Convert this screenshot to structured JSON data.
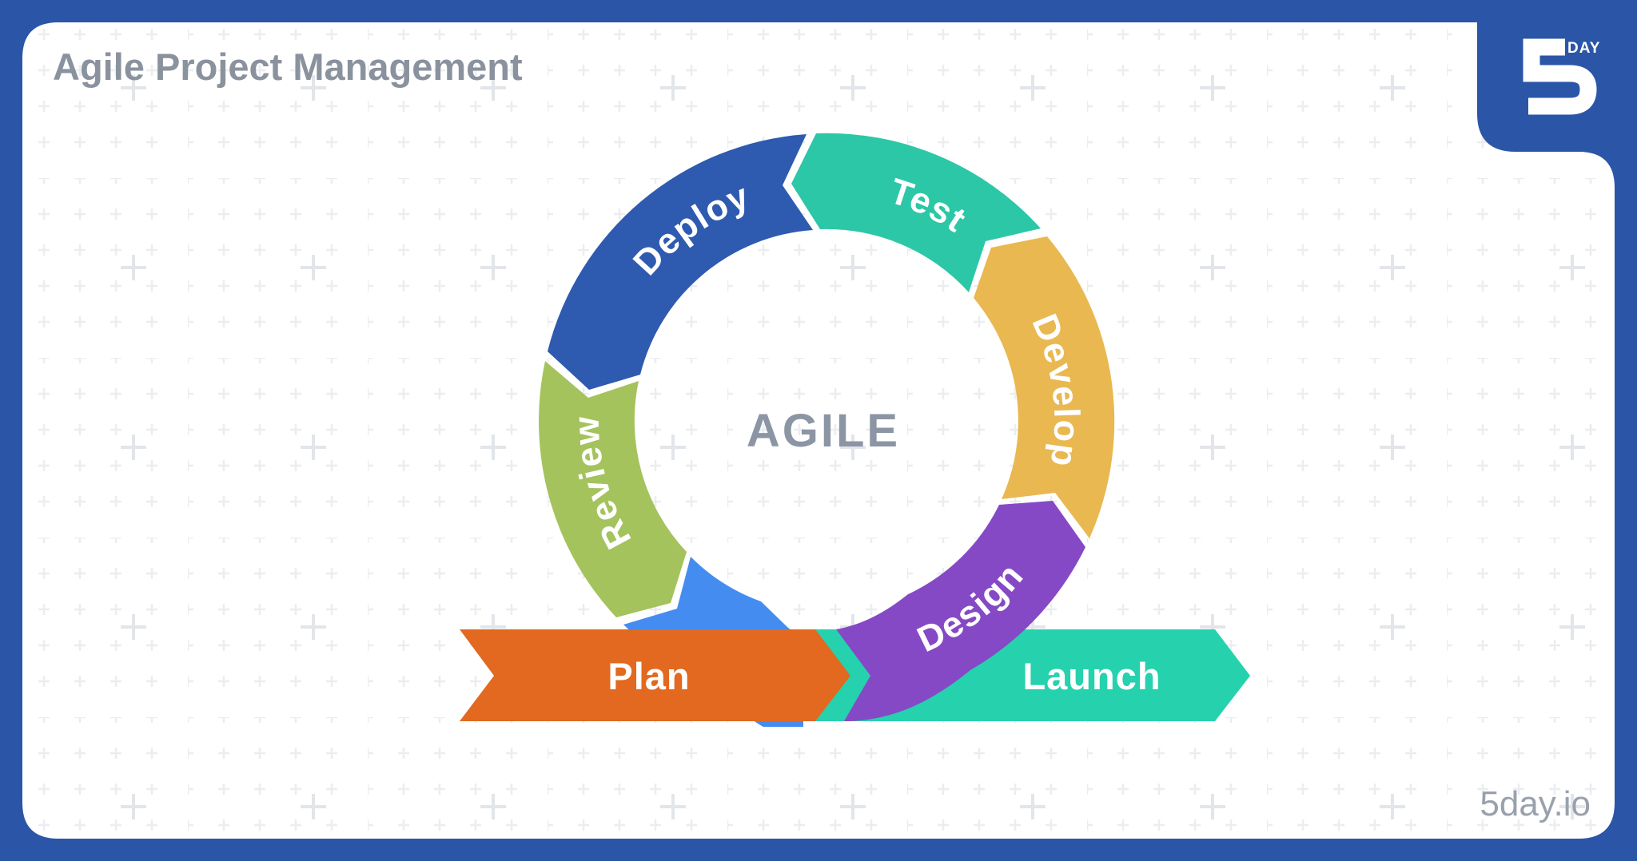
{
  "header": {
    "title": "Agile Project Management",
    "title_color": "#8a929e"
  },
  "brand": {
    "logo_number": "5",
    "logo_word": "DAY",
    "site": "5day.io",
    "site_color": "#99a1ac",
    "block_color": "#2b55a7"
  },
  "frame": {
    "border_color": "#2b55a7",
    "card_color": "#ffffff",
    "pattern_small_color": "#ebedf0",
    "pattern_big_color": "#e2e5e9"
  },
  "diagram": {
    "center_label": "AGILE",
    "center_label_color": "#8c95a3",
    "cycle_segments": [
      {
        "label": "Deploy",
        "color": "#2e5ab0"
      },
      {
        "label": "Test",
        "color": "#2cc7a6"
      },
      {
        "label": "Develop",
        "color": "#e9b851"
      },
      {
        "label": "Design",
        "color": "#8549c6"
      },
      {
        "label": "Review",
        "color": "#a4c35d"
      }
    ],
    "entry_arrow": {
      "label": "Plan",
      "color": "#e2691f"
    },
    "exit_arrow": {
      "label": "Launch",
      "color": "#26d1ae"
    },
    "connector": {
      "color": "#458cf1"
    }
  }
}
